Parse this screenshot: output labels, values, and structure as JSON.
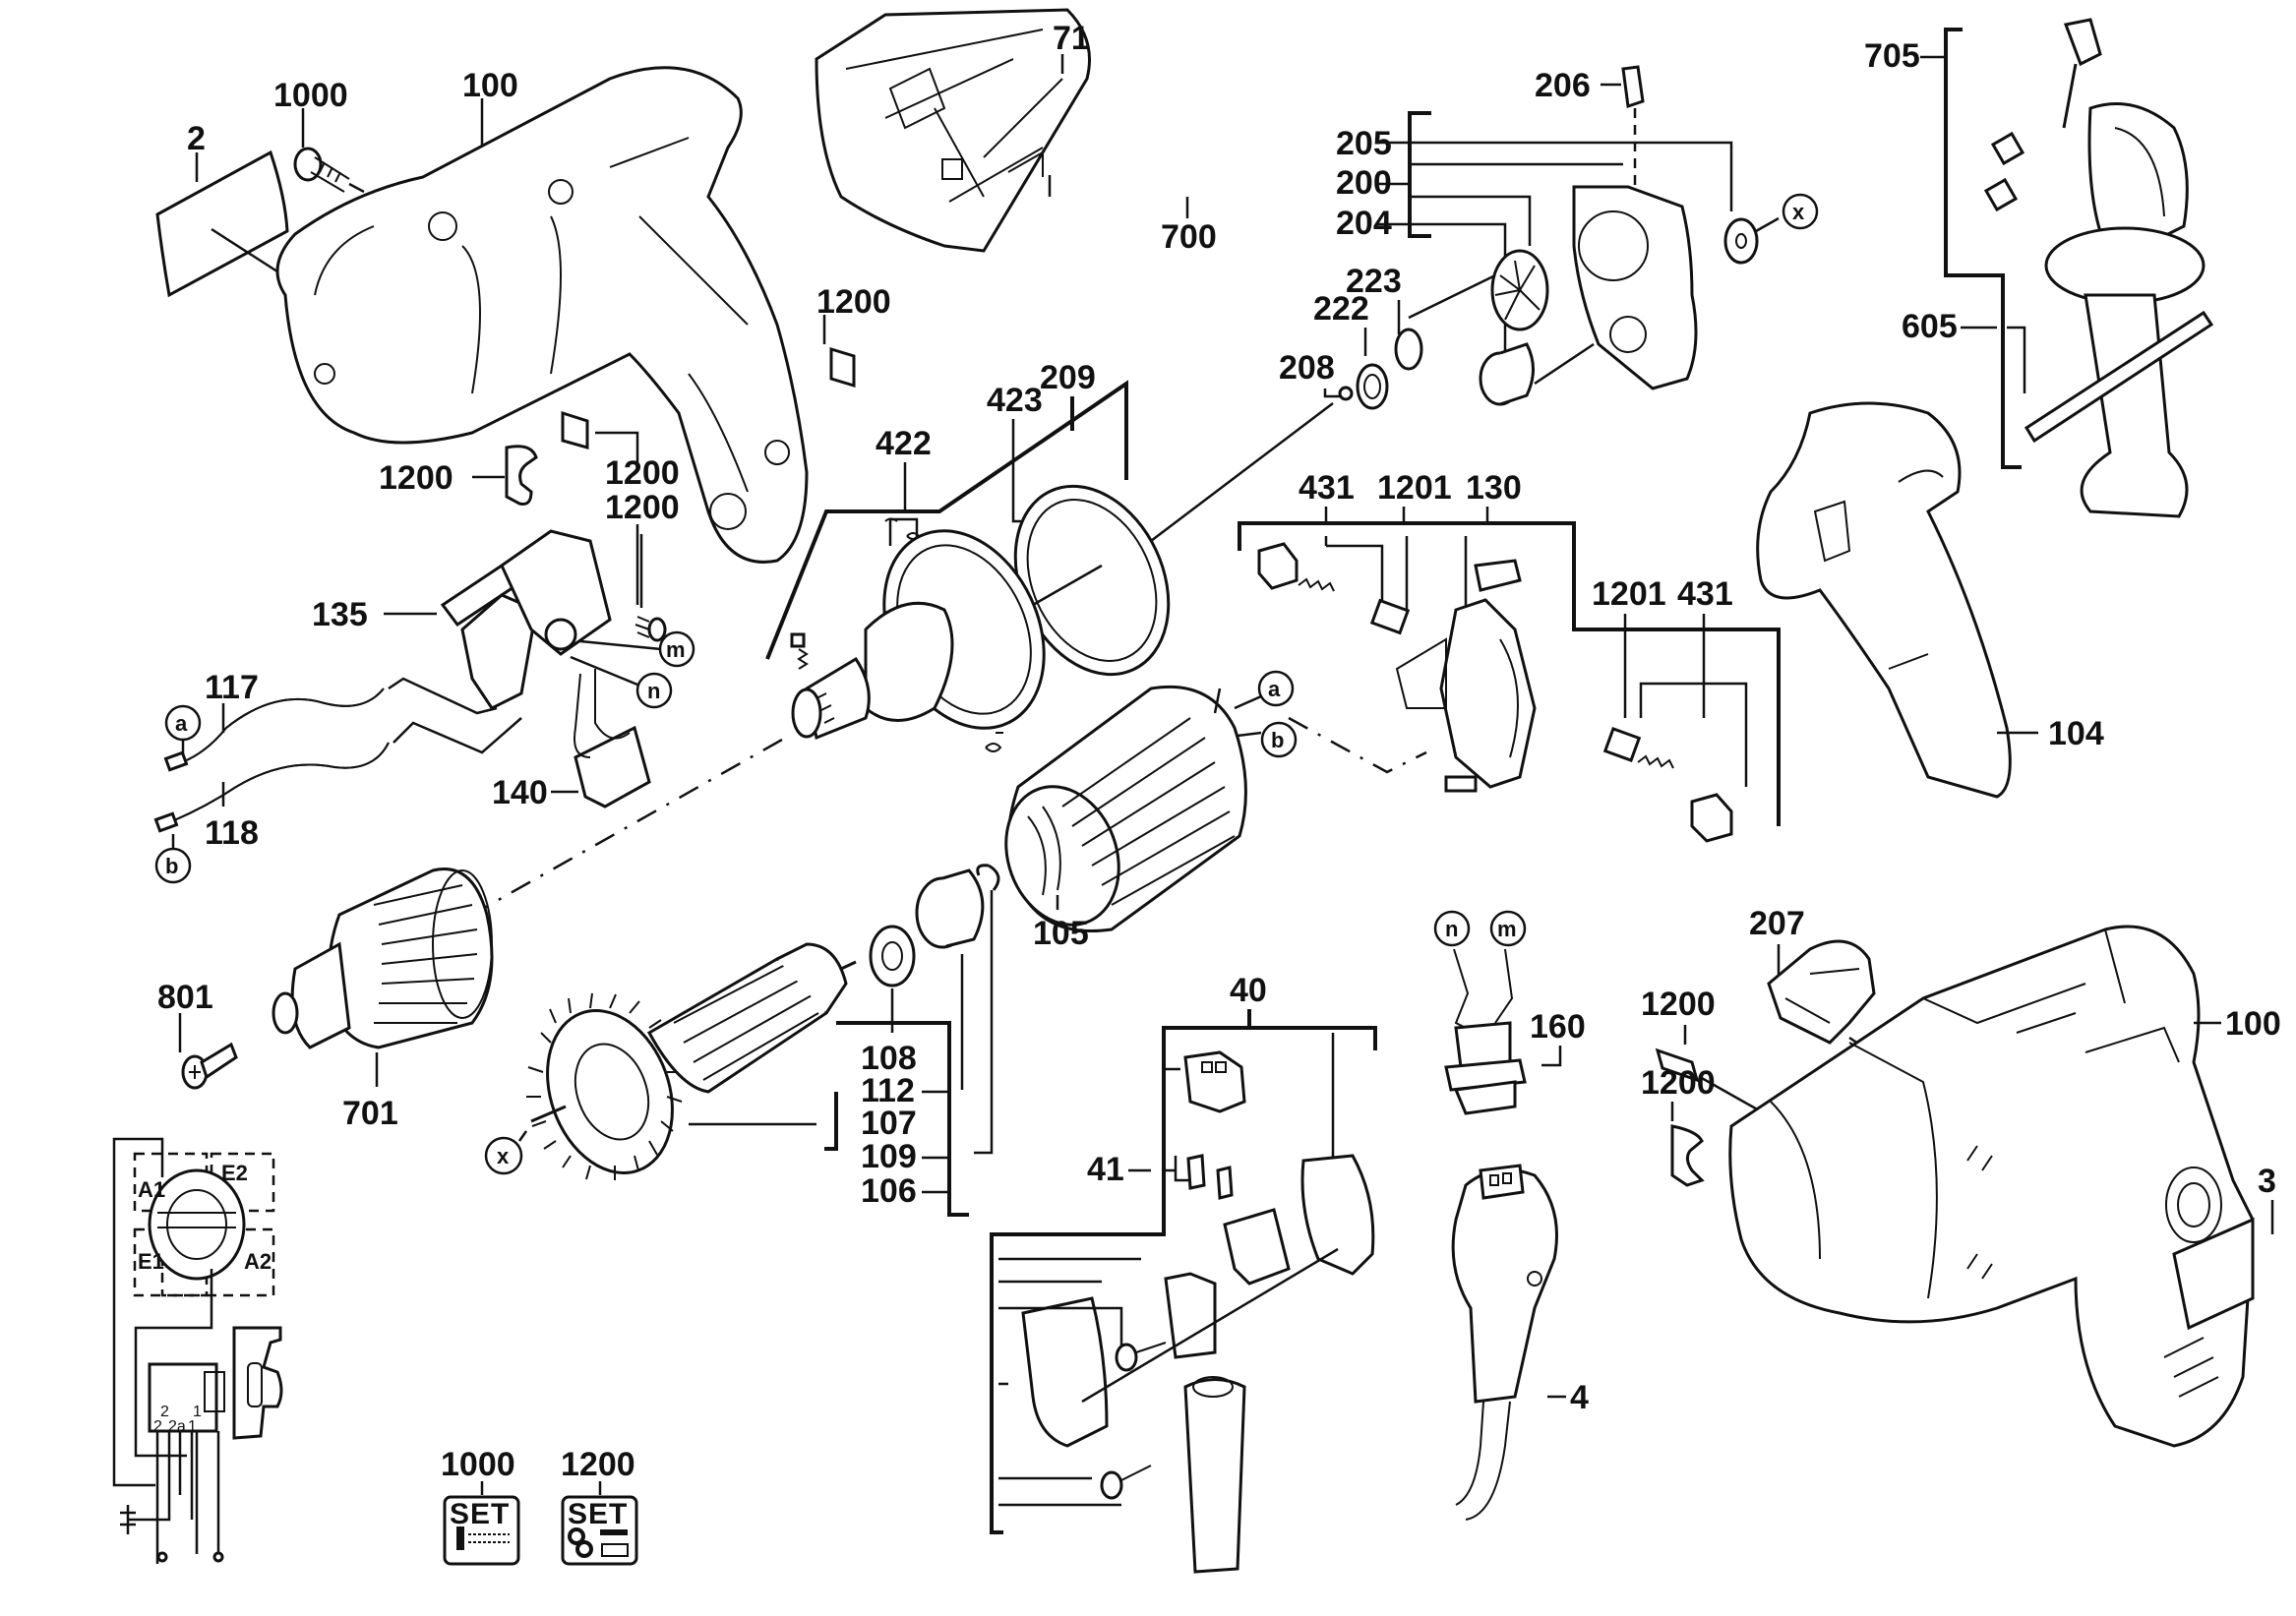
{
  "title": "Exploded parts diagram - impact drill",
  "labels": {
    "p2": "2",
    "p1000_screw": "1000",
    "p100_housing_left": "100",
    "p71": "71",
    "p700": "700",
    "p206": "206",
    "p205": "205",
    "p200": "200",
    "p204": "204",
    "p223": "223",
    "p222": "222",
    "p208": "208",
    "p705": "705",
    "p605": "605",
    "p1200_pin_top": "1200",
    "p1200_clip_left": "1200",
    "p1200_pin_mid": "1200",
    "p1200_mid2": "1200",
    "p209": "209",
    "p422": "422",
    "p423": "423",
    "p431_left": "431",
    "p1201_left": "1201",
    "p130": "130",
    "p1201_right": "1201",
    "p431_right": "431",
    "p104": "104",
    "p135": "135",
    "p117": "117",
    "p118": "118",
    "p140": "140",
    "p105": "105",
    "p801": "801",
    "p701": "701",
    "p108": "108",
    "p112": "112",
    "p107": "107",
    "p109": "109",
    "p106": "106",
    "p40": "40",
    "p41": "41",
    "p160": "160",
    "p4": "4",
    "p207": "207",
    "p1200_right_pin": "1200",
    "p1200_right_clip": "1200",
    "p100_housing_right": "100",
    "p3": "3"
  },
  "connectors": {
    "a": "a",
    "b": "b",
    "m": "m",
    "n": "n",
    "x": "x"
  },
  "wiring": {
    "A1": "A1",
    "E2": "E2",
    "E1": "E1",
    "A2": "A2",
    "t2": "2",
    "t2b": "2",
    "t2a": "2a",
    "t1": "1",
    "t1b": "1"
  },
  "sets": [
    {
      "number": "1000",
      "badge": "SET"
    },
    {
      "number": "1200",
      "badge": "SET"
    }
  ]
}
